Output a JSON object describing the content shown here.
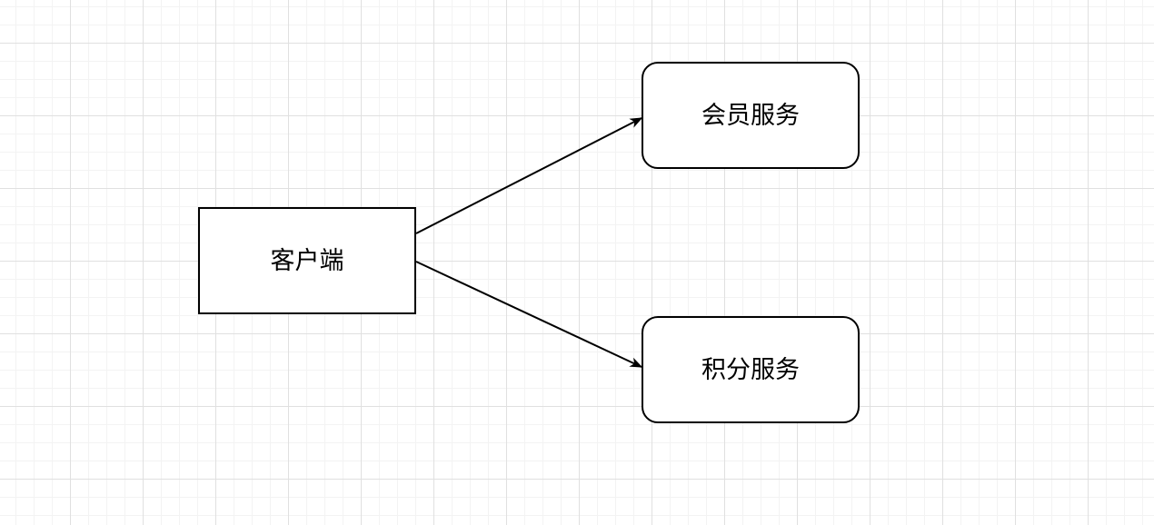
{
  "diagram": {
    "nodes": [
      {
        "id": "client",
        "label": "客户端",
        "shape": "rectangle"
      },
      {
        "id": "member-service",
        "label": "会员服务",
        "shape": "rounded-rectangle"
      },
      {
        "id": "points-service",
        "label": "积分服务",
        "shape": "rounded-rectangle"
      }
    ],
    "edges": [
      {
        "from": "client",
        "to": "member-service",
        "style": "solid-arrow"
      },
      {
        "from": "client",
        "to": "points-service",
        "style": "solid-arrow"
      }
    ],
    "colors": {
      "background": "#ffffff",
      "grid_minor": "#f3f3f3",
      "grid_major": "#e0e0e0",
      "node_fill": "#ffffff",
      "node_border": "#000000",
      "edge_stroke": "#000000",
      "label_text": "#000000"
    }
  }
}
